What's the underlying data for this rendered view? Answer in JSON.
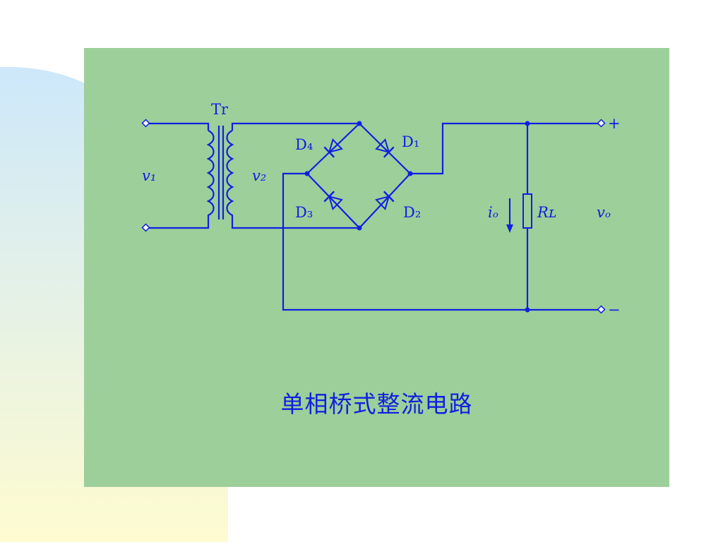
{
  "colors": {
    "panel_bg": "#9dcf9a",
    "ink": "#1020e0",
    "deco_top": "#cde8fb",
    "deco_bottom": "#fefbd0"
  },
  "diagram": {
    "caption": "单相桥式整流电路",
    "labels": {
      "transformer": "Tr",
      "v1": "v₁",
      "v2": "v₂",
      "d1": "D₁",
      "d2": "D₂",
      "d3": "D₃",
      "d4": "D₄",
      "io": "iₒ",
      "rl": "Rʟ",
      "vo": "vₒ",
      "plus": "+",
      "minus": "−"
    }
  }
}
